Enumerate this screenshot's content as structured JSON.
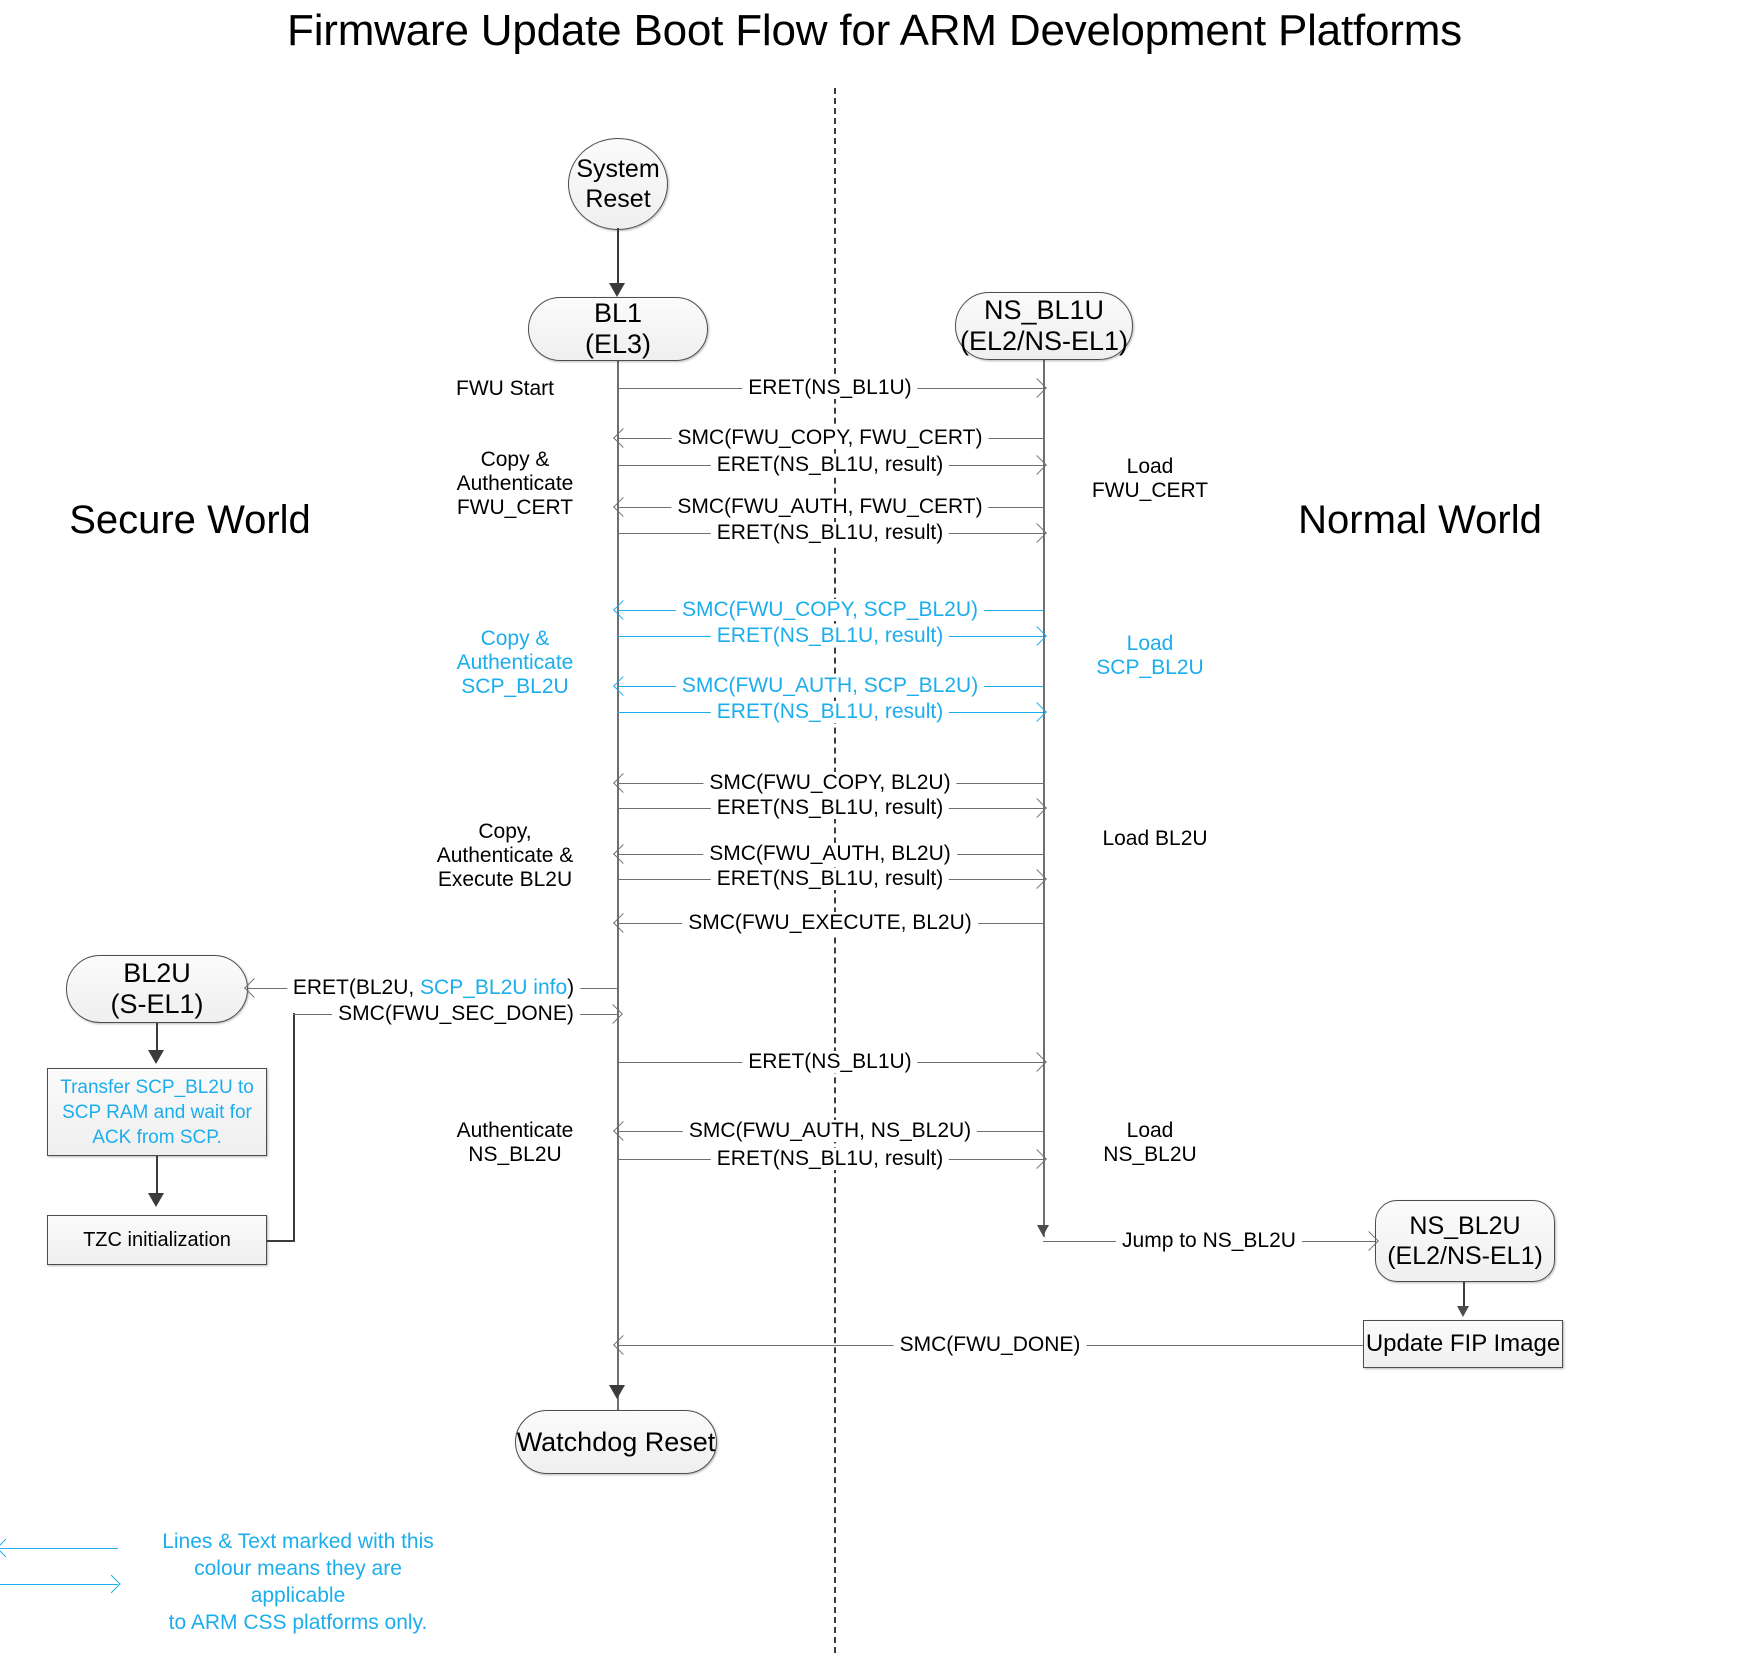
{
  "title": "Firmware Update Boot Flow for ARM Development Platforms",
  "colors": {
    "css_accent": "#1CADEC",
    "line": "#6f6f6f",
    "node_border": "#4d4d4d",
    "text": "#000000"
  },
  "worlds": {
    "secure": "Secure\nWorld",
    "secure_line1": "Secure",
    "secure_line2": "World",
    "normal_line1": "Normal",
    "normal_line2": "World"
  },
  "nodes": {
    "system_reset": {
      "line1": "System",
      "line2": "Reset",
      "shape": "ellipse"
    },
    "bl1": {
      "line1": "BL1",
      "line2": "(EL3)",
      "shape": "stadium"
    },
    "ns_bl1u": {
      "line1": "NS_BL1U",
      "line2": "(EL2/NS-EL1)",
      "shape": "stadium"
    },
    "bl2u": {
      "line1": "BL2U",
      "line2": "(S-EL1)",
      "shape": "stadium"
    },
    "ns_bl2u": {
      "line1": "NS_BL2U",
      "line2": "(EL2/NS-EL1)",
      "shape": "stadium"
    },
    "watchdog_reset": {
      "line1": "Watchdog Reset",
      "shape": "stadium"
    },
    "transfer_scp": {
      "line1": "Transfer SCP_BL2U to",
      "line2": "SCP RAM and wait for",
      "line3": "ACK from SCP.",
      "shape": "rect",
      "css_only": true
    },
    "tzc_init": {
      "line1": "TZC initialization",
      "shape": "rect"
    },
    "update_fip": {
      "line1": "Update FIP Image",
      "shape": "rect"
    }
  },
  "messages": [
    {
      "id": "m1",
      "label": "ERET(NS_BL1U)",
      "direction": "right",
      "css_only": false
    },
    {
      "id": "m2",
      "label": "SMC(FWU_COPY, FWU_CERT)",
      "direction": "left",
      "css_only": false
    },
    {
      "id": "m3",
      "label": "ERET(NS_BL1U, result)",
      "direction": "right",
      "css_only": false
    },
    {
      "id": "m4",
      "label": "SMC(FWU_AUTH, FWU_CERT)",
      "direction": "left",
      "css_only": false
    },
    {
      "id": "m5",
      "label": "ERET(NS_BL1U, result)",
      "direction": "right",
      "css_only": false
    },
    {
      "id": "m6",
      "label": "SMC(FWU_COPY, SCP_BL2U)",
      "direction": "left",
      "css_only": true
    },
    {
      "id": "m7",
      "label": "ERET(NS_BL1U, result)",
      "direction": "right",
      "css_only": true
    },
    {
      "id": "m8",
      "label": "SMC(FWU_AUTH, SCP_BL2U)",
      "direction": "left",
      "css_only": true
    },
    {
      "id": "m9",
      "label": "ERET(NS_BL1U, result)",
      "direction": "right",
      "css_only": true
    },
    {
      "id": "m10",
      "label": "SMC(FWU_COPY, BL2U)",
      "direction": "left",
      "css_only": false
    },
    {
      "id": "m11",
      "label": "ERET(NS_BL1U, result)",
      "direction": "right",
      "css_only": false
    },
    {
      "id": "m12",
      "label": "SMC(FWU_AUTH, BL2U)",
      "direction": "left",
      "css_only": false
    },
    {
      "id": "m13",
      "label": "ERET(NS_BL1U, result)",
      "direction": "right",
      "css_only": false
    },
    {
      "id": "m14",
      "label": "SMC(FWU_EXECUTE, BL2U)",
      "direction": "left",
      "css_only": false
    },
    {
      "id": "m15",
      "label": "ERET(NS_BL1U)",
      "direction": "right",
      "css_only": false
    },
    {
      "id": "m16",
      "label": "SMC(FWU_AUTH, NS_BL2U)",
      "direction": "left",
      "css_only": false
    },
    {
      "id": "m17",
      "label": "ERET(NS_BL1U, result)",
      "direction": "right",
      "css_only": false
    },
    {
      "id": "m18",
      "label": "SMC(FWU_DONE)",
      "direction": "left",
      "css_only": false
    }
  ],
  "bl2u_messages": {
    "eret_bl2u_prefix": "ERET(BL2U, ",
    "eret_bl2u_css": "SCP_BL2U info",
    "eret_bl2u_suffix": ")",
    "smc_sec_done": "SMC(FWU_SEC_DONE)"
  },
  "jump_label": "Jump to NS_BL2U",
  "left_notes": {
    "fwu_start": "FWU Start",
    "copy_auth_cert_l1": "Copy &",
    "copy_auth_cert_l2": "Authenticate",
    "copy_auth_cert_l3": "FWU_CERT",
    "copy_auth_scp_l1": "Copy &",
    "copy_auth_scp_l2": "Authenticate",
    "copy_auth_scp_l3": "SCP_BL2U",
    "copy_auth_exec_l1": "Copy,",
    "copy_auth_exec_l2": "Authenticate &",
    "copy_auth_exec_l3": "Execute BL2U",
    "auth_nsbl2u_l1": "Authenticate",
    "auth_nsbl2u_l2": "NS_BL2U"
  },
  "right_notes": {
    "load_cert_l1": "Load",
    "load_cert_l2": "FWU_CERT",
    "load_scp_l1": "Load",
    "load_scp_l2": "SCP_BL2U",
    "load_bl2u": "Load BL2U",
    "load_nsbl2u_l1": "Load",
    "load_nsbl2u_l2": "NS_BL2U"
  },
  "legend": {
    "line1": "Lines & Text marked with this",
    "line2": "colour means they are applicable",
    "line3": "to ARM CSS platforms only."
  }
}
